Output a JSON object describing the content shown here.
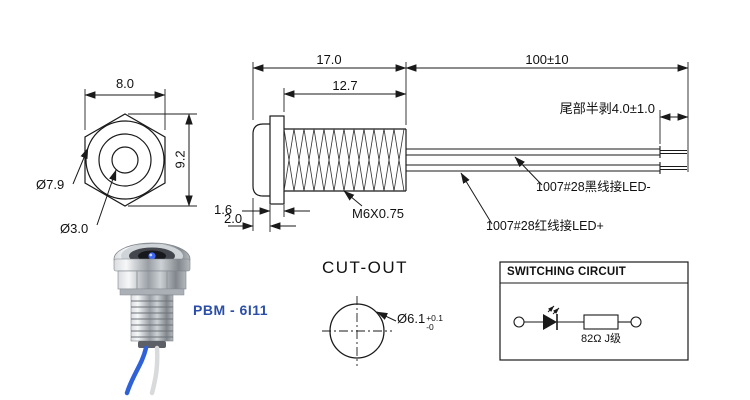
{
  "front_view": {
    "width": "8.0",
    "height": "9.2",
    "outer_diameter": "Ø7.9",
    "inner_diameter": "Ø3.0"
  },
  "side_view": {
    "total_length": "17.0",
    "thread_length": "12.7",
    "wire_length": "100±10",
    "strip_note": "尾部半剥4.0±1.0",
    "flange_thickness": "1.6",
    "head_height": "2.0",
    "thread_spec": "M6X0.75",
    "black_wire_label": "1007#28黑线接LED-",
    "red_wire_label": "1007#28红线接LED+"
  },
  "product": {
    "model": "PBM - 6I11"
  },
  "cutout": {
    "title": "CUT-OUT",
    "diameter": "Ø6.1",
    "tolerance_upper": "+0.1",
    "tolerance_lower": "-0"
  },
  "circuit": {
    "title": "SWITCHING CIRCUIT",
    "resistor_label": "82Ω J级"
  },
  "colors": {
    "line_color": "#1a1a1a",
    "model_text": "#2b4ea8",
    "led_blue": "#3f66f2",
    "wire_blue": "#2f62d8"
  }
}
